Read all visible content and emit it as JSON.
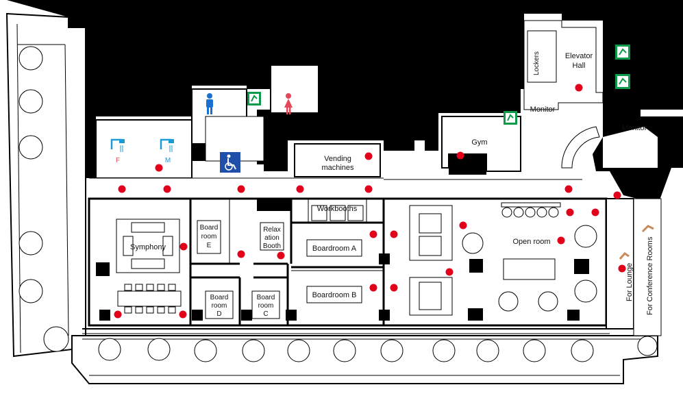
{
  "rooms": {
    "elevator_hall": [
      "Elevator",
      "Hall"
    ],
    "lockers": "Lockers",
    "monitor_top": "Monitor",
    "monitor_right": "Monitor",
    "gym": "Gym",
    "vending": [
      "Vending",
      "machines"
    ],
    "workbooths": "Workbooths",
    "symphony": "Symphony",
    "boardroom_e": [
      "Board",
      "room",
      "E"
    ],
    "relaxation_booth": [
      "Relax",
      "ation",
      "Booth"
    ],
    "boardroom_a": "Boardroom A",
    "boardroom_b": "Boardroom B",
    "boardroom_d": [
      "Board",
      "room",
      "D"
    ],
    "boardroom_c": [
      "Board",
      "room",
      "C"
    ],
    "open_room": "Open room",
    "for_lounge": "For Lounge",
    "for_conference_rooms": "For Conference Rooms",
    "shower_f": "F",
    "shower_m": "M"
  },
  "icons": {
    "male": "male-restroom-icon",
    "female": "female-restroom-icon",
    "accessible": "wheelchair-icon",
    "exit": "emergency-exit-icon",
    "shower": "shower-icon",
    "arrow": "direction-arrow-icon"
  },
  "colors": {
    "marker": "#e3001b",
    "male": "#1a6fd0",
    "female": "#e2475a",
    "accessible": "#1f4fa8",
    "exit": "#0a9a4a",
    "shower": "#1b9bd6",
    "arrow": "#c98a5a",
    "wall": "#000000"
  }
}
